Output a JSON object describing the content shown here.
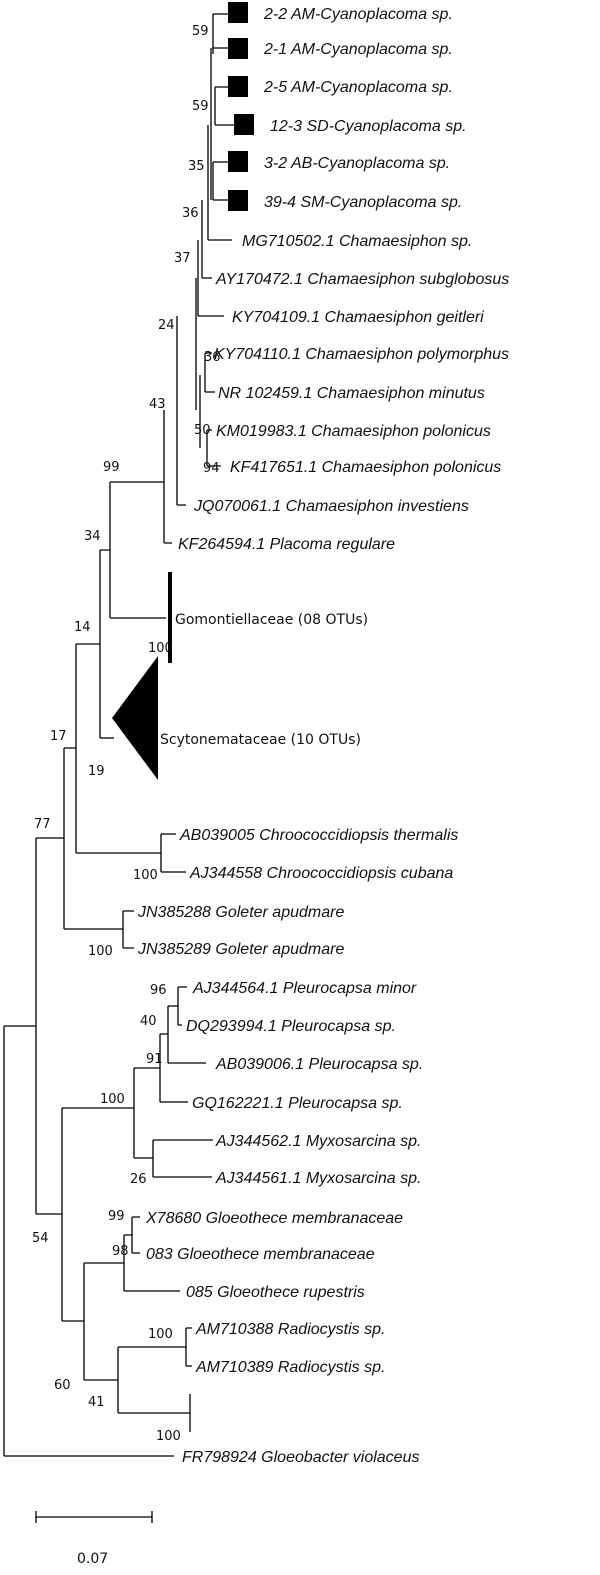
{
  "colors": {
    "line": "#000000",
    "text": "#111111"
  },
  "taxa": [
    {
      "id": "t_22am",
      "label": "2-2 AM-Cyanoplacoma sp.",
      "marker": true
    },
    {
      "id": "t_21am",
      "label": "2-1 AM-Cyanoplacoma sp.",
      "marker": true
    },
    {
      "id": "t_25am",
      "label": "2-5 AM-Cyanoplacoma sp.",
      "marker": true
    },
    {
      "id": "t_123sd",
      "label": "12-3 SD-Cyanoplacoma sp.",
      "marker": true
    },
    {
      "id": "t_32ab",
      "label": "3-2 AB-Cyanoplacoma sp.",
      "marker": true
    },
    {
      "id": "t_394sm",
      "label": "39-4 SM-Cyanoplacoma sp.",
      "marker": true
    },
    {
      "id": "t_mg710502",
      "label": "MG710502.1 Chamaesiphon sp."
    },
    {
      "id": "t_ay170472",
      "label": "AY170472.1 Chamaesiphon subglobosus"
    },
    {
      "id": "t_ky704109",
      "label": "KY704109.1 Chamaesiphon geitleri"
    },
    {
      "id": "t_ky704110",
      "label": "KY704110.1 Chamaesiphon polymorphus"
    },
    {
      "id": "t_nr102459",
      "label": "NR 102459.1 Chamaesiphon minutus"
    },
    {
      "id": "t_km019983",
      "label": "KM019983.1 Chamaesiphon polonicus"
    },
    {
      "id": "t_kf417651",
      "label": "KF417651.1 Chamaesiphon polonicus"
    },
    {
      "id": "t_jq070061",
      "label": "JQ070061.1 Chamaesiphon investiens"
    },
    {
      "id": "t_kf264594",
      "label": "KF264594.1 Placoma regulare"
    },
    {
      "id": "t_ab039005",
      "label": "AB039005 Chroococcidiopsis thermalis"
    },
    {
      "id": "t_aj344558",
      "label": "AJ344558 Chroococcidiopsis cubana"
    },
    {
      "id": "t_jn385288",
      "label": "JN385288 Goleter apudmare"
    },
    {
      "id": "t_jn385289",
      "label": "JN385289 Goleter apudmare"
    },
    {
      "id": "t_aj344564",
      "label": "AJ344564.1 Pleurocapsa minor"
    },
    {
      "id": "t_dq293994",
      "label": "DQ293994.1 Pleurocapsa sp."
    },
    {
      "id": "t_ab039006",
      "label": "AB039006.1 Pleurocapsa sp."
    },
    {
      "id": "t_gq162221",
      "label": "GQ162221.1 Pleurocapsa sp."
    },
    {
      "id": "t_aj344562",
      "label": "AJ344562.1 Myxosarcina sp."
    },
    {
      "id": "t_aj344561",
      "label": "AJ344561.1 Myxosarcina sp."
    },
    {
      "id": "t_x78680",
      "label": "X78680 Gloeothece membranaceae"
    },
    {
      "id": "t_083",
      "label": "083 Gloeothece membranaceae"
    },
    {
      "id": "t_085",
      "label": "085 Gloeothece rupestris"
    },
    {
      "id": "t_am710388",
      "label": "AM710388 Radiocystis sp."
    },
    {
      "id": "t_am710389",
      "label": "AM710389 Radiocystis sp."
    },
    {
      "id": "t_fr798924",
      "label": "FR798924 Gloeobacter violaceus"
    }
  ],
  "collapsed_clades": [
    {
      "id": "gomontiellaceae",
      "label": "Gomontiellaceae (08 OTUs)"
    },
    {
      "id": "scytonemataceae",
      "label": "Scytonemataceae (10 OTUs)"
    }
  ],
  "bootstrap": [
    {
      "id": "b1",
      "value": "59"
    },
    {
      "id": "b2",
      "value": "59"
    },
    {
      "id": "b3",
      "value": "35"
    },
    {
      "id": "b4",
      "value": "36"
    },
    {
      "id": "b5",
      "value": "37"
    },
    {
      "id": "b6",
      "value": "24"
    },
    {
      "id": "b7",
      "value": "36"
    },
    {
      "id": "b8",
      "value": "43"
    },
    {
      "id": "b9",
      "value": "50"
    },
    {
      "id": "b10",
      "value": "94"
    },
    {
      "id": "b11",
      "value": "99"
    },
    {
      "id": "b12",
      "value": "34"
    },
    {
      "id": "b13",
      "value": "100"
    },
    {
      "id": "b14",
      "value": "14"
    },
    {
      "id": "b15",
      "value": "17"
    },
    {
      "id": "b16",
      "value": "19"
    },
    {
      "id": "b17",
      "value": "77"
    },
    {
      "id": "b18",
      "value": "100"
    },
    {
      "id": "b19",
      "value": "100"
    },
    {
      "id": "b20",
      "value": "96"
    },
    {
      "id": "b21",
      "value": "40"
    },
    {
      "id": "b22",
      "value": "91"
    },
    {
      "id": "b23",
      "value": "100"
    },
    {
      "id": "b24",
      "value": "26"
    },
    {
      "id": "b25",
      "value": "99"
    },
    {
      "id": "b26",
      "value": "98"
    },
    {
      "id": "b27",
      "value": "54"
    },
    {
      "id": "b28",
      "value": "100"
    },
    {
      "id": "b29",
      "value": "60"
    },
    {
      "id": "b30",
      "value": "41"
    },
    {
      "id": "b31",
      "value": "100"
    }
  ],
  "scale_bar": {
    "label": "0.07"
  }
}
